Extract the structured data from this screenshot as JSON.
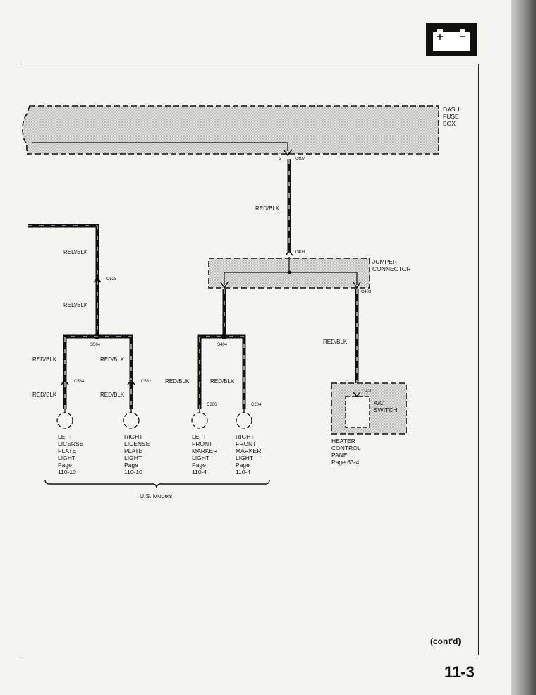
{
  "page": {
    "number": "11-3",
    "contd": "(cont'd)",
    "badge_icon": "battery-icon"
  },
  "components": {
    "dash_fuse_box": {
      "lines": [
        "DASH",
        "FUSE",
        "BOX"
      ]
    },
    "jumper_connector": {
      "lines": [
        "JUMPER",
        "CONNECTOR"
      ]
    },
    "ac_switch": {
      "lines": [
        "A/C",
        "SWITCH"
      ]
    },
    "heater_control_panel": {
      "lines": [
        "HEATER",
        "CONTROL",
        "PANEL",
        "Page 63-4"
      ]
    }
  },
  "connectors": {
    "c407": "C407",
    "c407_pin": "3",
    "c403_top": "C403",
    "c403_bottom": "C403",
    "c420": "C420",
    "c528": "C528",
    "c584": "C584",
    "c582": "C582",
    "c306": "C306",
    "c204": "C204",
    "s504": "S504",
    "s404": "S404"
  },
  "wire_color": "RED/BLK",
  "lights": [
    {
      "lines": [
        "LEFT",
        "LICENSE",
        "PLATE",
        "LIGHT",
        "Page",
        "110-10"
      ]
    },
    {
      "lines": [
        "RIGHT",
        "LICENSE",
        "PLATE",
        "LIGHT",
        "Page",
        "110-10"
      ]
    },
    {
      "lines": [
        "LEFT",
        "FRONT",
        "MARKER",
        "LIGHT",
        "Page",
        "110-4"
      ]
    },
    {
      "lines": [
        "RIGHT",
        "FRONT",
        "MARKER",
        "LIGHT",
        "Page",
        "110-4"
      ]
    }
  ],
  "group_label": "U.S. Models"
}
